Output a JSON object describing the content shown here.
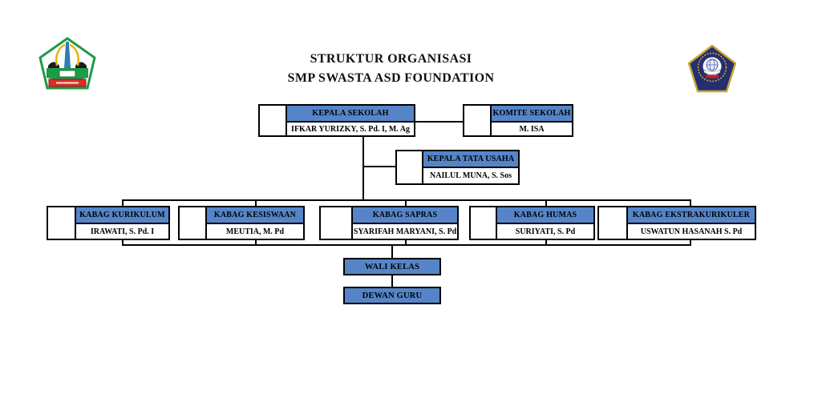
{
  "title": {
    "line1": "STRUKTUR ORGANISASI",
    "line2": "SMP SWASTA ASD FOUNDATION"
  },
  "org": {
    "kepala_sekolah": {
      "title": "KEPALA SEKOLAH",
      "name": "IFKAR YURIZKY, S. Pd. I, M. Ag"
    },
    "komite_sekolah": {
      "title": "KOMITE SEKOLAH",
      "name": "M. ISA"
    },
    "kepala_tata_usaha": {
      "title": "KEPALA TATA USAHA",
      "name": "NAILUL MUNA, S. Sos"
    },
    "kabag": [
      {
        "title": "KABAG KURIKULUM",
        "name": "IRAWATI, S. Pd. I"
      },
      {
        "title": "KABAG KESISWAAN",
        "name": "MEUTIA, M. Pd"
      },
      {
        "title": "KABAG SAPRAS",
        "name": "SYARIFAH MARYANI, S. Pd"
      },
      {
        "title": "KABAG HUMAS",
        "name": "SURIYATI, S. Pd"
      },
      {
        "title": "KABAG EKSTRAKURIKULER",
        "name": "USWATUN HASANAH S. Pd"
      }
    ],
    "wali_kelas": "WALI KELAS",
    "dewan_guru": "DEWAN GURU"
  },
  "logos": {
    "left": "regency-emblem-icon",
    "right": "school-foundation-emblem-icon"
  },
  "colors": {
    "box_blue": "#5585c8",
    "line_black": "#000000",
    "left_logo_green": "#1e9b48",
    "left_logo_monument_blue": "#2d7db3",
    "left_logo_banner_red": "#d93025",
    "right_logo_navy": "#252f6e",
    "right_logo_gold": "#c9a43a"
  }
}
